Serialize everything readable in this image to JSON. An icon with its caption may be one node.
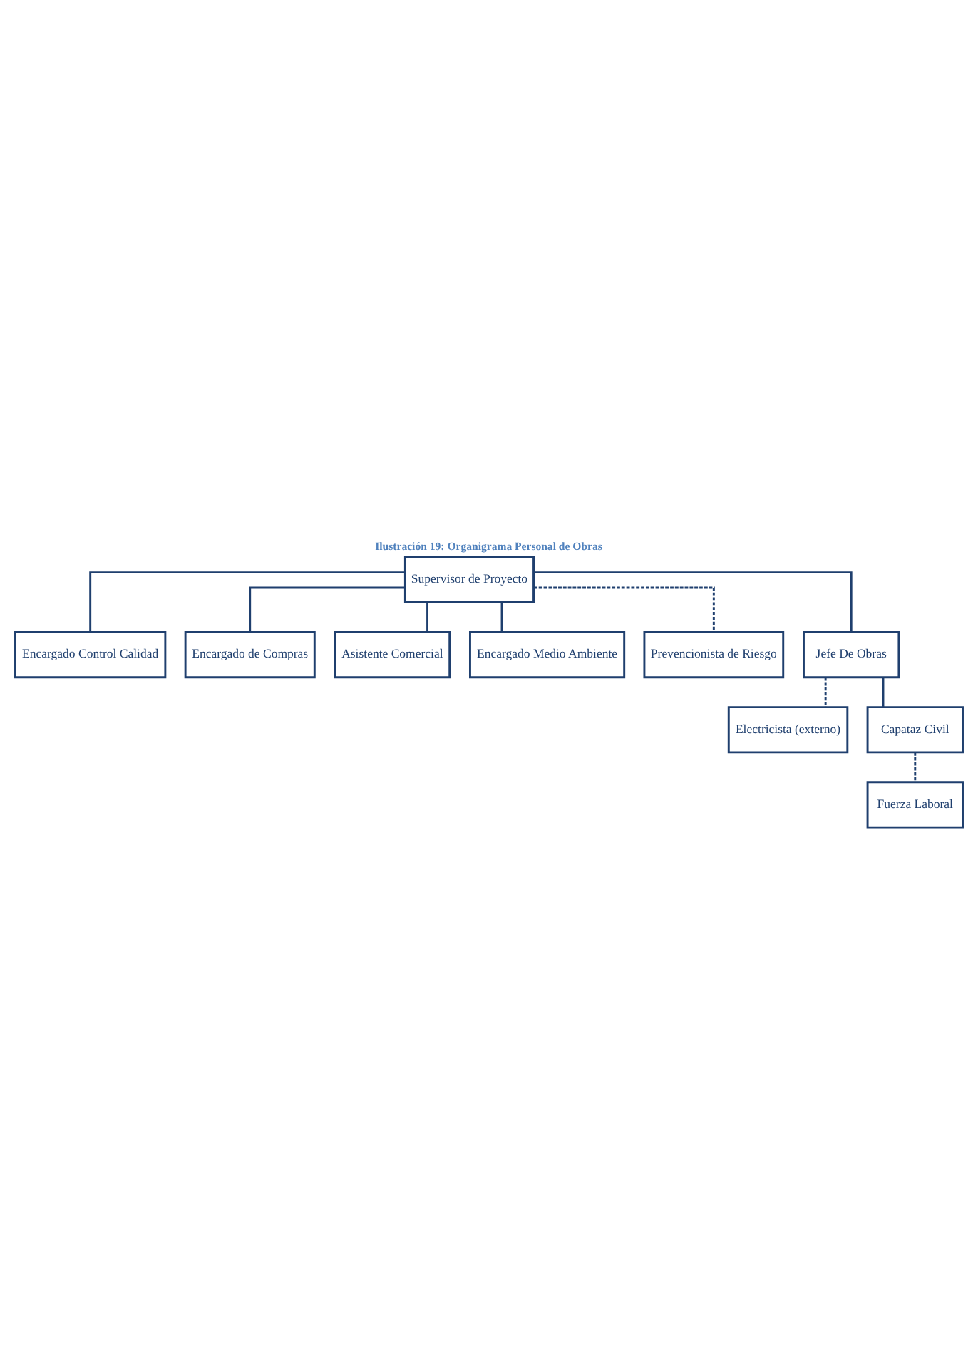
{
  "diagram": {
    "title": "Ilustración 19: Organigrama Personal de Obras",
    "nodes": [
      {
        "text": [
          "Supervisor de Proyecto"
        ]
      },
      {
        "text": [
          "Encargado Control Calidad"
        ]
      },
      {
        "text": [
          "Encargado de Compras"
        ]
      },
      {
        "text": [
          "Asistente Comercial"
        ]
      },
      {
        "text": [
          "Encargado Medio Ambiente"
        ]
      },
      {
        "text": [
          "Prevencionista de Riesgo"
        ]
      },
      {
        "text": [
          "Jefe De Obras"
        ]
      },
      {
        "text": [
          "Electricista (externo)"
        ]
      },
      {
        "text": [
          "Capataz Civil"
        ]
      },
      {
        "text": [
          "Fuerza Laboral"
        ]
      }
    ],
    "edges": [
      {
        "from": 0,
        "to": 1,
        "arrow": "none"
      },
      {
        "from": 0,
        "to": 2,
        "arrow": "none"
      },
      {
        "from": 0,
        "to": 3,
        "arrow": "none"
      },
      {
        "from": 0,
        "to": 4,
        "arrow": "none"
      },
      {
        "from": 0,
        "to": 5,
        "arrow": "none",
        "style": "dashed"
      },
      {
        "from": 0,
        "to": 6,
        "arrow": "none"
      },
      {
        "from": 6,
        "to": 7,
        "arrow": "none",
        "style": "dashed"
      },
      {
        "from": 6,
        "to": 8,
        "arrow": "none"
      },
      {
        "from": 8,
        "to": 9,
        "arrow": "none",
        "style": "dashed"
      }
    ]
  }
}
